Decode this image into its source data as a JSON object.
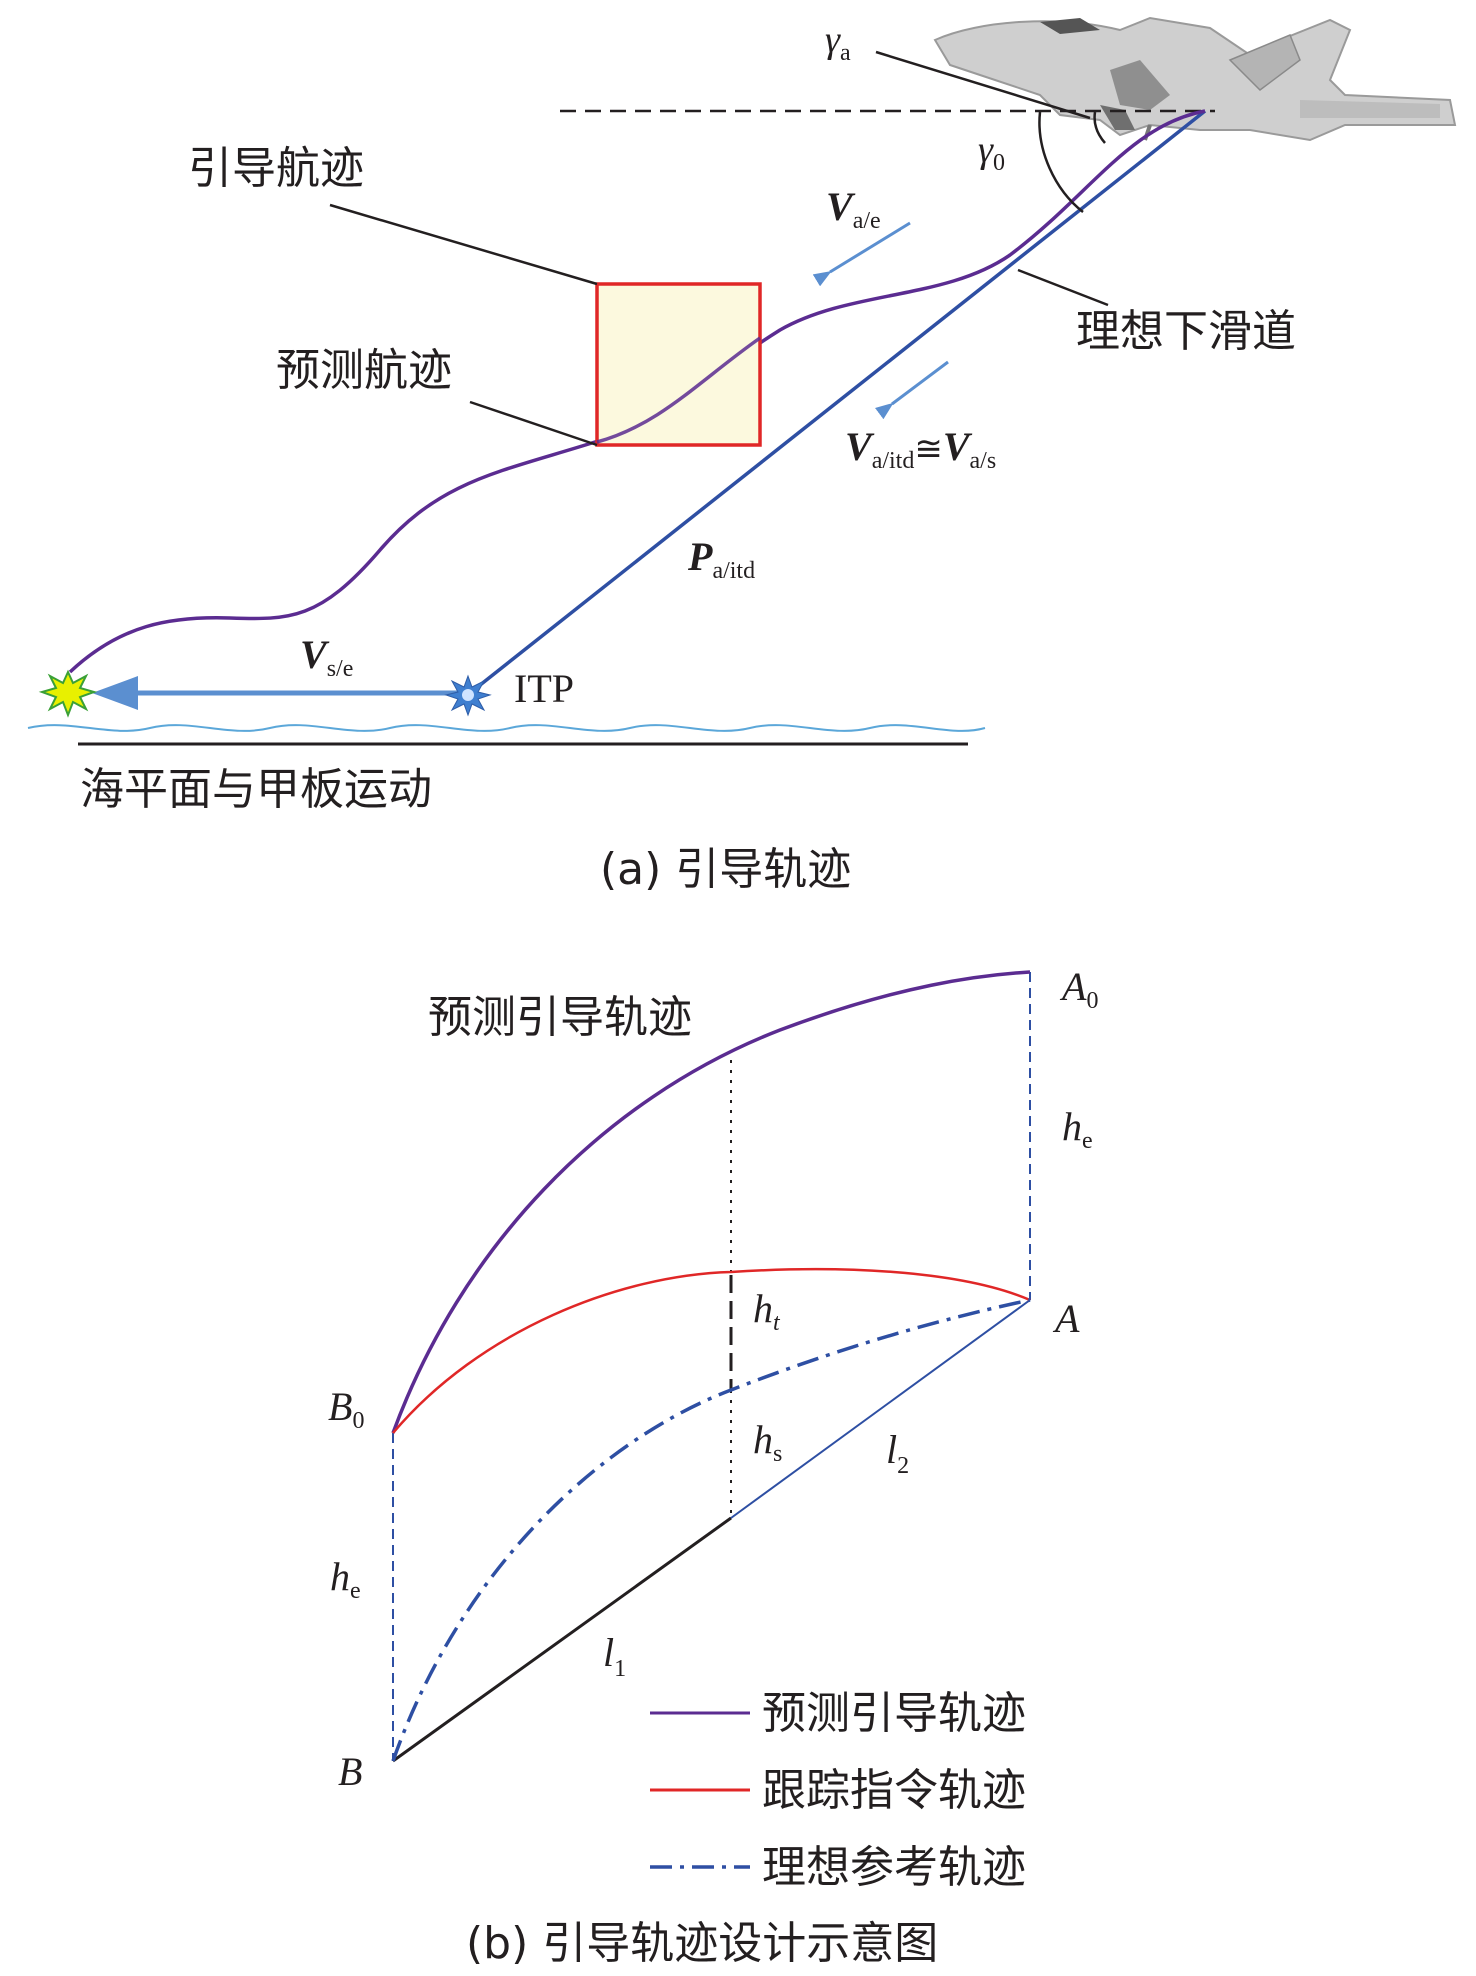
{
  "colors": {
    "purple": "#5b2c91",
    "blue_line": "#2e4fa3",
    "red": "#e02727",
    "light_blue": "#5b8fd0",
    "box_fill": "#fcf9de",
    "black": "#231f20"
  },
  "panel_a": {
    "caption": "(a) 引导轨迹",
    "labels": {
      "guidance_track": "引导航迹",
      "predicted_track": "预测航迹",
      "ideal_glide_slope": "理想下滑道",
      "sea_deck_motion": "海平面与甲板运动",
      "itp": "ITP"
    },
    "symbols": {
      "gamma_a": "γ",
      "gamma_a_sub": "a",
      "gamma_0": "γ",
      "gamma_0_sub": "0",
      "v_ae": "V",
      "v_ae_sub": "a/e",
      "v_aitd": "V",
      "v_aitd_sub": "a/itd",
      "approx": "≅",
      "v_as": "V",
      "v_as_sub": "a/s",
      "p_aitd": "P",
      "p_aitd_sub": "a/itd",
      "v_se": "V",
      "v_se_sub": "s/e"
    },
    "icons": [
      "aircraft-icon",
      "target-star-icon",
      "itp-star-icon"
    ]
  },
  "panel_b": {
    "caption": "(b) 引导轨迹设计示意图",
    "labels": {
      "predicted_guidance_track": "预测引导轨迹"
    },
    "points": {
      "A0": "A",
      "A0_sub": "0",
      "A": "A",
      "B0": "B",
      "B0_sub": "0",
      "B": "B"
    },
    "dims": {
      "he_right": "h",
      "he_right_sub": "e",
      "he_left": "h",
      "he_left_sub": "e",
      "ht": "h",
      "ht_sub": "t",
      "hs": "h",
      "hs_sub": "s",
      "l1": "l",
      "l1_sub": "1",
      "l2": "l",
      "l2_sub": "2"
    },
    "legend": [
      {
        "label": "预测引导轨迹",
        "color": "#5b2c91",
        "style": "solid"
      },
      {
        "label": "跟踪指令轨迹",
        "color": "#e02727",
        "style": "solid"
      },
      {
        "label": "理想参考轨迹",
        "color": "#2e4fa3",
        "style": "dashdot"
      }
    ]
  }
}
